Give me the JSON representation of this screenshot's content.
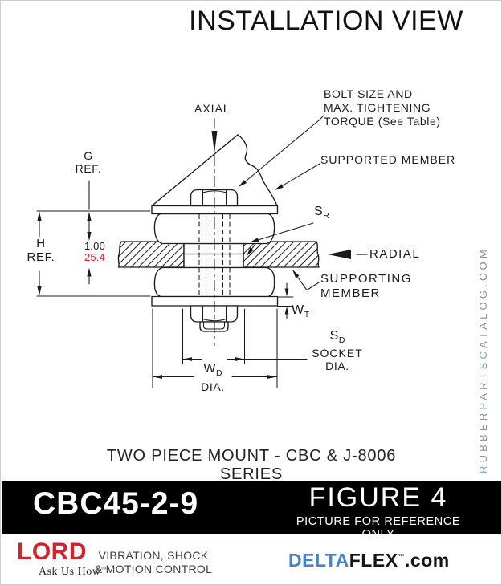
{
  "page": {
    "title": "INSTALLATION VIEW",
    "caption": "TWO PIECE MOUNT - CBC & J-8006 SERIES"
  },
  "diagram": {
    "axial": "AXIAL",
    "bolt_note": {
      "line1": "BOLT SIZE AND",
      "line2": "MAX. TIGHTENING",
      "line3": "TORQUE (See Table)"
    },
    "supported_member": "SUPPORTED MEMBER",
    "g_ref": {
      "line1": "G",
      "line2": "REF."
    },
    "h_ref": {
      "line1": "H",
      "line2": "REF."
    },
    "supporting_thickness": {
      "inches": "1.00",
      "millimeters": "25.4"
    },
    "s_r": {
      "main": "S",
      "sub": "R"
    },
    "radial": "RADIAL",
    "supporting_member": {
      "line1": "SUPPORTING",
      "line2": "MEMBER"
    },
    "w_t": {
      "main": "W",
      "sub": "T"
    },
    "s_d": {
      "main": "S",
      "sub": "D",
      "line2": "SOCKET",
      "line3": "DIA."
    },
    "w_d": {
      "main": "W",
      "sub": "D",
      "line2": "DIA."
    }
  },
  "watermark": {
    "segments": [
      {
        "t": "R",
        "c": "blue"
      },
      {
        "t": "UBBER",
        "c": "gray"
      },
      {
        "t": "P",
        "c": "blue"
      },
      {
        "t": "ARTS",
        "c": "gray"
      },
      {
        "t": "C",
        "c": "blue"
      },
      {
        "t": "ATALOG.COM",
        "c": "gray"
      }
    ]
  },
  "banner": {
    "part_number": "CBC45-2-9",
    "figure": "FIGURE 4",
    "note": "PICTURE FOR REFERENCE ONLY"
  },
  "footer": {
    "brand": "LORD",
    "tagline": "Ask Us How",
    "tagline_tm": "™",
    "services_line1": "VIBRATION, SHOCK",
    "services_line2": "& MOTION CONTROL",
    "delta": "DELTA",
    "flex": "FLEX",
    "flex_tm": "™",
    "domain": ".com"
  },
  "colors": {
    "line": "#1a1a1a",
    "dimension_red": "#e8231f",
    "lord_red": "#d2232a",
    "delta_blue": "#4a80c4",
    "watermark_gray": "#8f8f8f",
    "watermark_blue": "#7fa3d1",
    "banner_bg": "#000000",
    "banner_text": "#ffffff"
  }
}
